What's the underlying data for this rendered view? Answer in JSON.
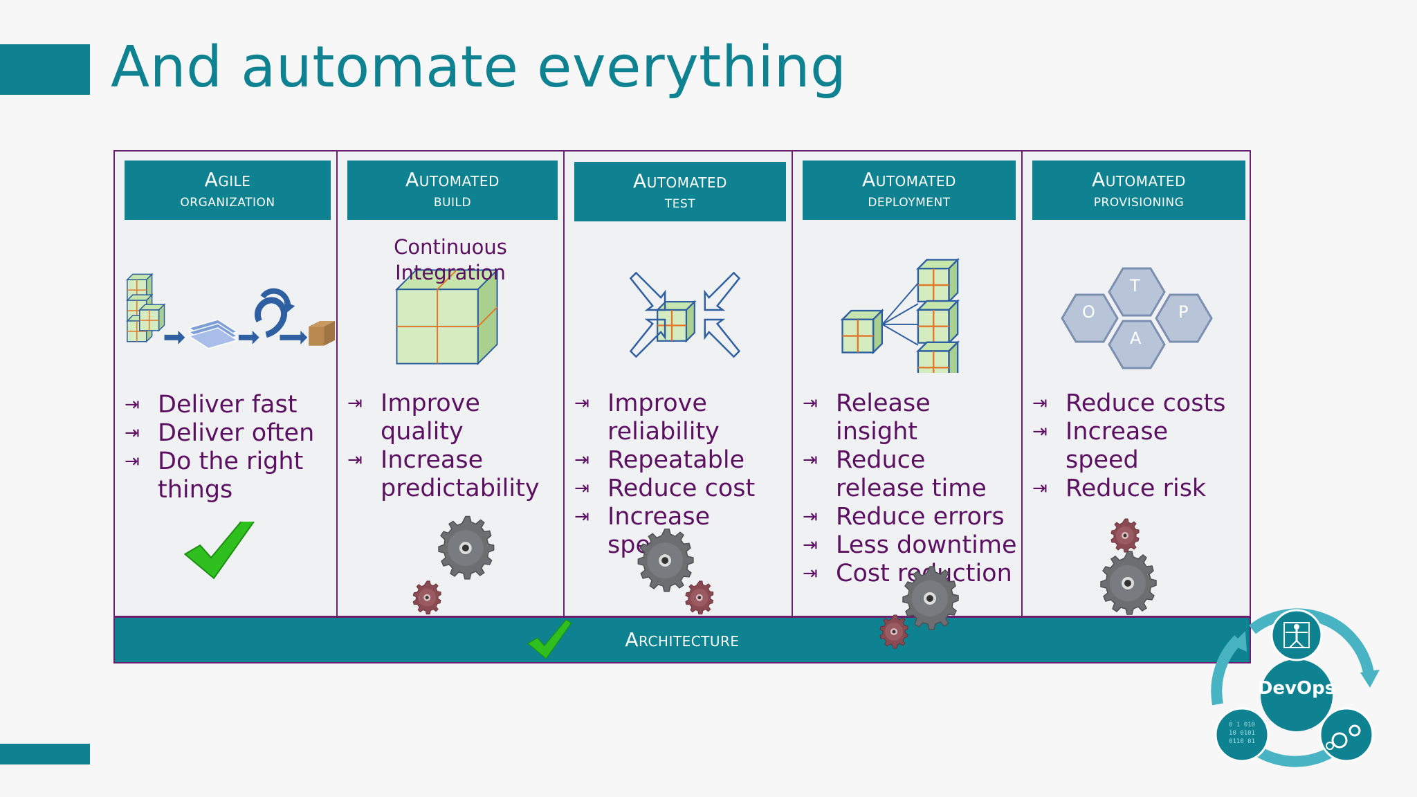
{
  "title": "And automate everything",
  "columns": [
    {
      "header_l1": "Agile",
      "header_l2": "organization",
      "bullets": [
        "Deliver fast",
        "Deliver often",
        "Do the right things"
      ]
    },
    {
      "header_l1": "Automated",
      "header_l2": "build",
      "sub_label": "Continuous Integration",
      "bullets": [
        "Improve quality",
        "Increase predictability"
      ]
    },
    {
      "header_l1": "Automated",
      "header_l2": "test",
      "bullets": [
        "Improve reliability",
        "Repeatable",
        "Reduce cost",
        "Increase speed"
      ]
    },
    {
      "header_l1": "Automated",
      "header_l2": "deployment",
      "bullets": [
        "Release insight",
        "Reduce release time",
        "Reduce errors",
        "Less downtime",
        "Cost reduction"
      ]
    },
    {
      "header_l1": "Automated",
      "header_l2": "provisioning",
      "hex_letters": [
        "T",
        "O",
        "P",
        "A"
      ],
      "bullets": [
        "Reduce costs",
        "Increase speed",
        "Reduce risk"
      ]
    }
  ],
  "architecture_label": "Architecture",
  "badge_label": "DevOps",
  "colors": {
    "teal": "#0e8290",
    "purple": "#6a1f6e",
    "text_purple": "#5c1062",
    "check_green": "#2fbf1f",
    "gear_grey": "#6d6e72",
    "gear_red": "#8a4a52"
  },
  "icons": [
    "arrow-tab-icon",
    "check-icon",
    "gear-icon",
    "cube-icon",
    "scrum-cycle-icon",
    "compress-arrows-icon",
    "hexagon-icon",
    "vitruvian-man-icon",
    "binary-data-icon",
    "camera-gear-icon"
  ]
}
